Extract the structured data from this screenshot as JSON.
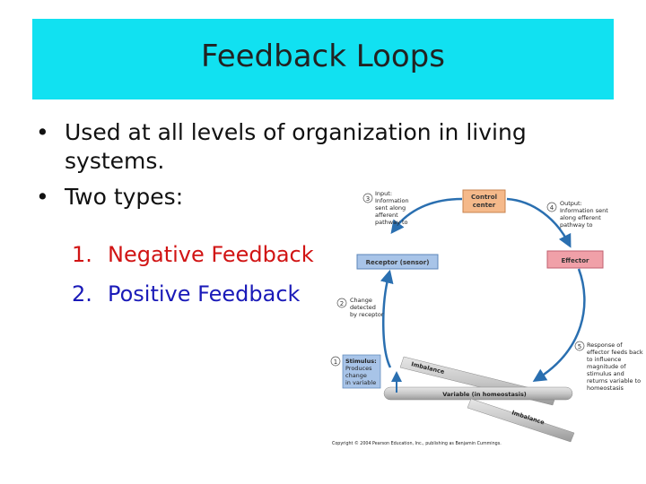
{
  "title": "Feedback Loops",
  "bullets": [
    {
      "marker": "•",
      "text": "Used at all levels of organization in living systems."
    },
    {
      "marker": "•",
      "text": "Two types:"
    }
  ],
  "types": [
    {
      "number": "1.",
      "label": "Negative Feedback",
      "color": "#d11414"
    },
    {
      "number": "2.",
      "label": "Positive Feedback",
      "color": "#1a1ab8"
    }
  ],
  "diagram": {
    "step1": {
      "num": "1",
      "title": "Stimulus:",
      "lines": [
        "Produces",
        "change",
        "in variable"
      ]
    },
    "step2": {
      "num": "2",
      "lines": [
        "Change",
        "detected",
        "by receptor"
      ]
    },
    "step3": {
      "num": "3",
      "lines": [
        "Input:",
        "Information",
        "sent along",
        "afferent",
        "pathway to"
      ]
    },
    "step4": {
      "num": "4",
      "lines": [
        "Output:",
        "Information sent",
        "along efferent",
        "pathway to"
      ]
    },
    "step5": {
      "num": "5",
      "lines": [
        "Response of",
        "effector feeds back",
        "to influence",
        "magnitude of",
        "stimulus and",
        "returns variable to",
        "homeostasis"
      ]
    },
    "control_center": [
      "Control",
      "center"
    ],
    "receptor": "Receptor (sensor)",
    "effector": "Effector",
    "variable": "Variable (in homeostasis)",
    "imbalance_top": "Imbalance",
    "imbalance_bottom": "Imbalance",
    "copyright": "Copyright © 2004 Pearson Education, Inc., publishing as Benjamin Cummings."
  },
  "colors": {
    "title_bg": "#11e1f1",
    "control_center": "#f5b98a",
    "effector": "#f0a0a8",
    "receptor": "#a8c4e8"
  }
}
